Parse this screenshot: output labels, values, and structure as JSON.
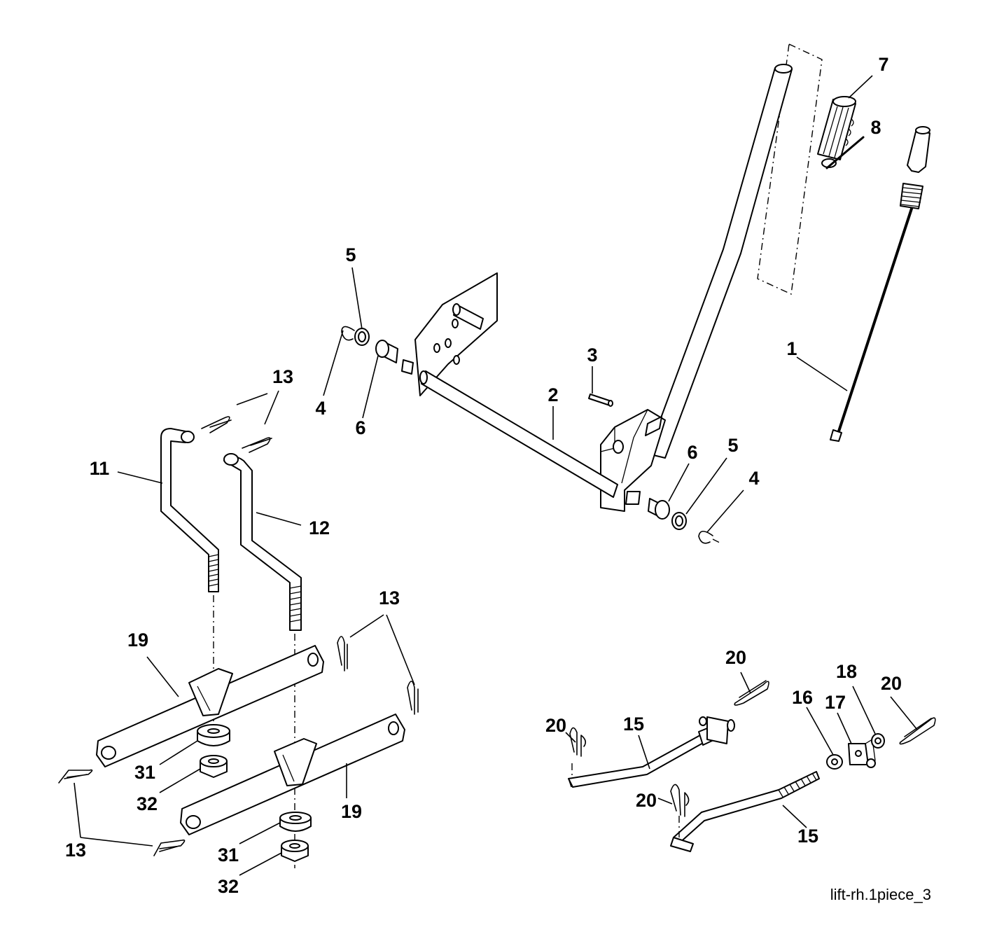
{
  "diagram": {
    "reference": "lift-rh.1piece_3",
    "callouts": {
      "c1": "1",
      "c2": "2",
      "c3": "3",
      "c4a": "4",
      "c4b": "4",
      "c5a": "5",
      "c5b": "5",
      "c6a": "6",
      "c6b": "6",
      "c7": "7",
      "c8": "8",
      "c11": "11",
      "c12": "12",
      "c13a": "13",
      "c13b": "13",
      "c13c": "13",
      "c15a": "15",
      "c15b": "15",
      "c16": "16",
      "c17": "17",
      "c18": "18",
      "c19a": "19",
      "c19b": "19",
      "c20a": "20",
      "c20b": "20",
      "c20c": "20",
      "c20d": "20",
      "c31a": "31",
      "c31b": "31",
      "c32a": "32",
      "c32b": "32"
    }
  }
}
